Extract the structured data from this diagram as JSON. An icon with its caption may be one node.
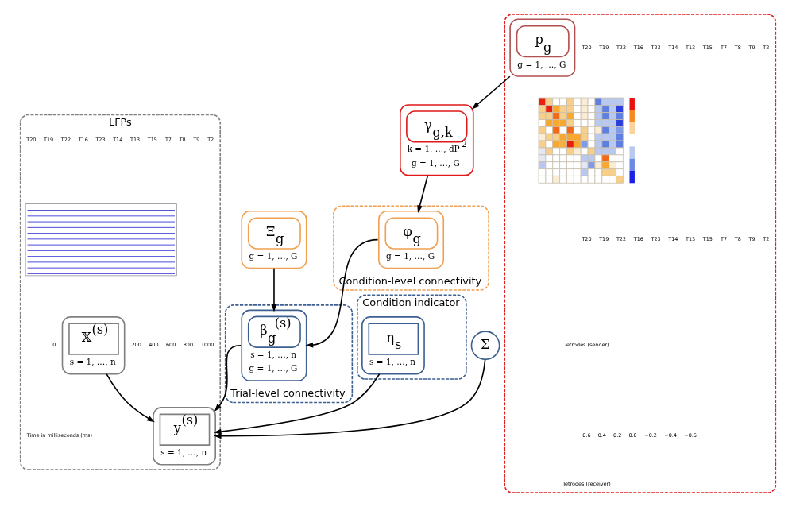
{
  "diagram": {
    "nodes": [
      {
        "text": [
          "LFPs"
        ]
      },
      {
        "text": [],
        "shape": "picture",
        "in": 0
      },
      {
        "text": [
          "𝕏$^{(s)}$",
          "s = 1, …, n"
        ],
        "in": 0
      },
      {
        "text": [
          "y$^{(s)}$",
          "s = 1, …, n"
        ],
        "in": 0
      },
      {
        "text": [
          "Ξ$_{g}$",
          "g = 1, …, G"
        ]
      },
      {
        "text": [],
        "shape": "box"
      },
      {
        "text": [
          "p$_{g}$",
          "g = 1, …, G"
        ],
        "in": 5
      },
      {
        "text": [],
        "shape": "picture",
        "in": 5
      },
      {
        "text": [
          "γ$_{g,k}$",
          "k = 1, …, dP$^{2}$",
          "g = 1, …, G"
        ]
      },
      {
        "text": [
          "Trial-level connectivity"
        ]
      },
      {
        "text": [
          "β$_{g}$$^{(s)}$",
          "s = 1, …, n",
          "g = 1, …, G"
        ],
        "in": 9
      },
      {
        "text": [
          "Condition-level connectivity"
        ]
      },
      {
        "text": [
          "φ$_{g}$",
          "g = 1, …, G"
        ],
        "in": 11
      },
      {
        "text": [
          "Condition indicator"
        ]
      },
      {
        "text": [
          "η$_{s}$",
          "s = 1, …, n"
        ],
        "in": 13
      },
      {
        "text": [
          "Σ"
        ]
      }
    ],
    "edges": [
      {
        "from": 6,
        "to": 8,
        "arrow": "to"
      },
      {
        "from": 8,
        "to": 12,
        "arrow": "to"
      },
      {
        "from": 12,
        "to": 10,
        "arrow": "to"
      },
      {
        "from": 4,
        "to": 10,
        "arrow": "to"
      },
      {
        "from": 10,
        "to": 3,
        "arrow": "to"
      },
      {
        "from": 2,
        "to": 3,
        "arrow": "to"
      },
      {
        "from": 14,
        "to": 3,
        "arrow": "to"
      },
      {
        "from": 15,
        "to": 3,
        "arrow": "to"
      }
    ],
    "labels": [
      "T20",
      "T19",
      "T22",
      "T16",
      "T23",
      "T14",
      "T13",
      "T15",
      "T7",
      "T8",
      "T9",
      "T2",
      "0.6",
      "0.4",
      "0.2",
      "0.0",
      "−0.2",
      "−0.4",
      "−0.6",
      "Tetrodes (receiver)",
      "T20",
      "T19",
      "T22",
      "T16",
      "T23",
      "T14",
      "T13",
      "T15",
      "T7",
      "T8",
      "T9",
      "T2",
      "Tetrodes (sender)",
      "T20",
      "T19",
      "T22",
      "T16",
      "T23",
      "T14",
      "T13",
      "T15",
      "T7",
      "T8",
      "T9",
      "T2",
      "0",
      "200",
      "400",
      "600",
      "800",
      "1000",
      "Time in milliseconds (ms)"
    ]
  }
}
